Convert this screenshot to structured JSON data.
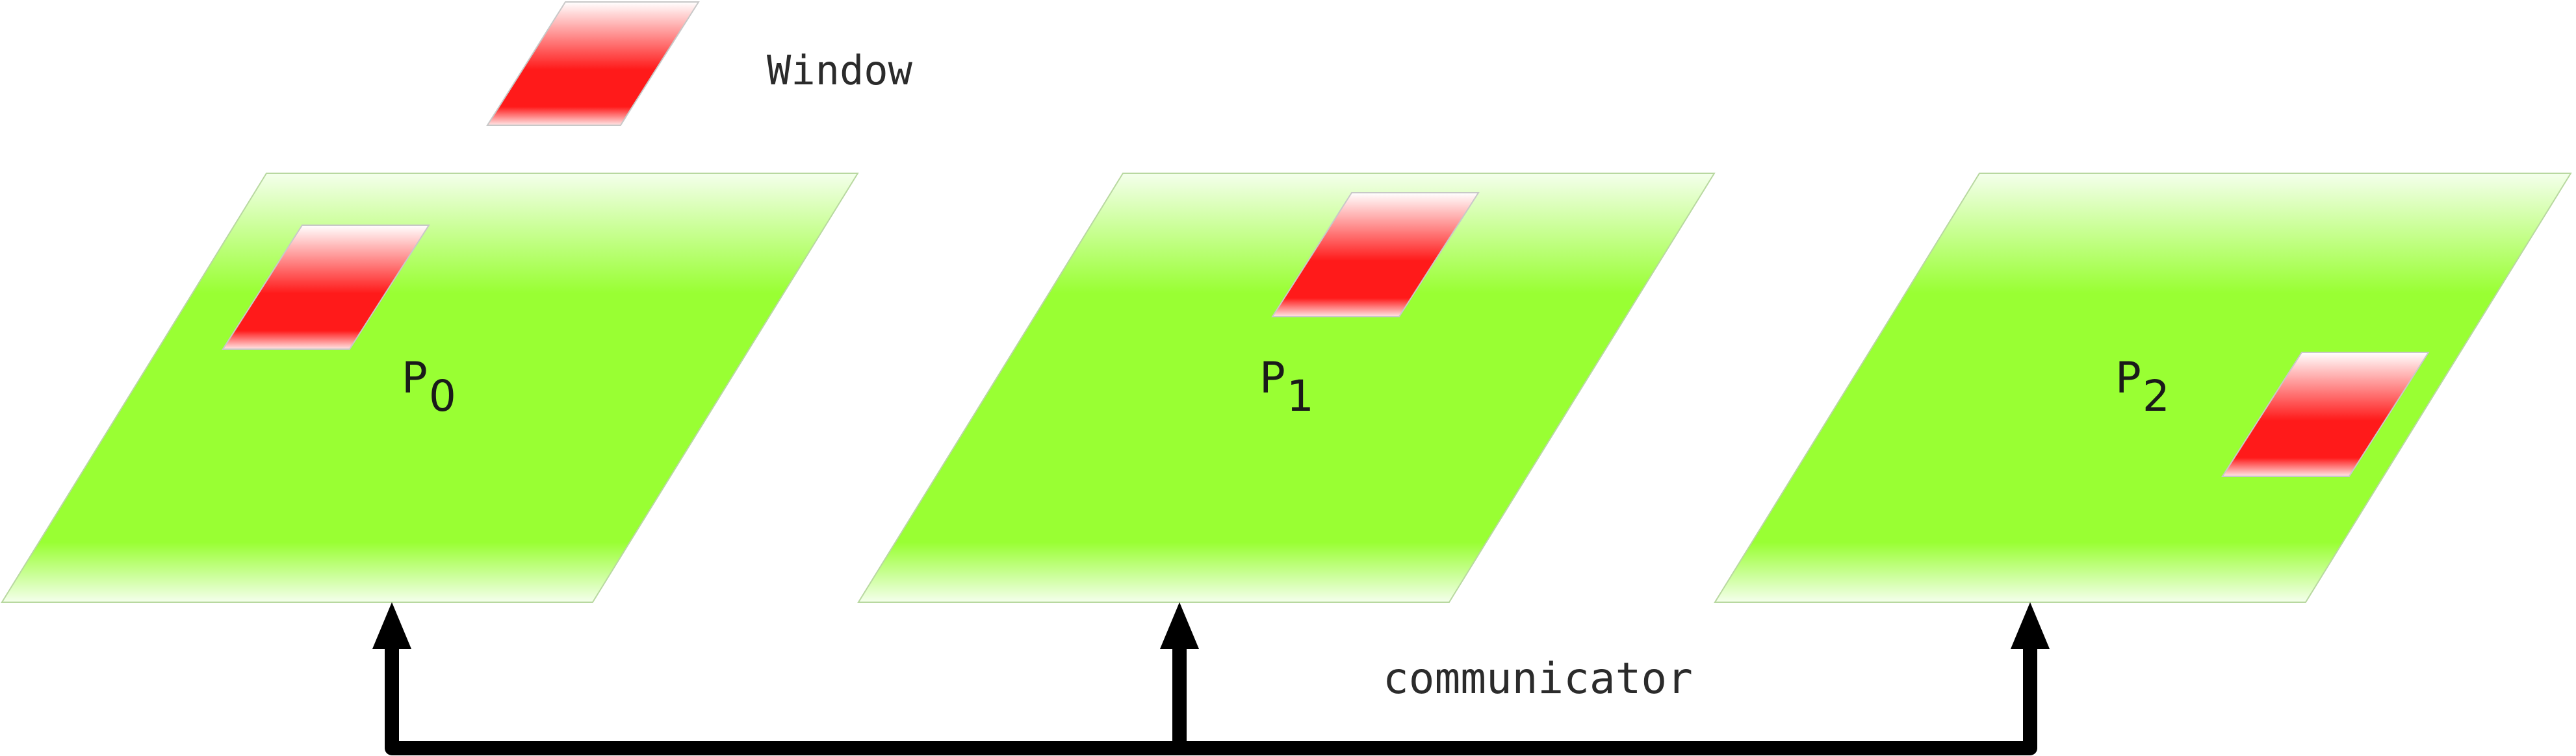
{
  "legend": {
    "label": "Window",
    "color": "#ff1a1a"
  },
  "processes": [
    {
      "name": "P",
      "index": "0"
    },
    {
      "name": "P",
      "index": "1"
    },
    {
      "name": "P",
      "index": "2"
    }
  ],
  "connector": {
    "label": "communicator"
  },
  "colors": {
    "process_fill": "#99ff33",
    "window_fill": "#ff1a1a",
    "arrow": "#000000"
  }
}
